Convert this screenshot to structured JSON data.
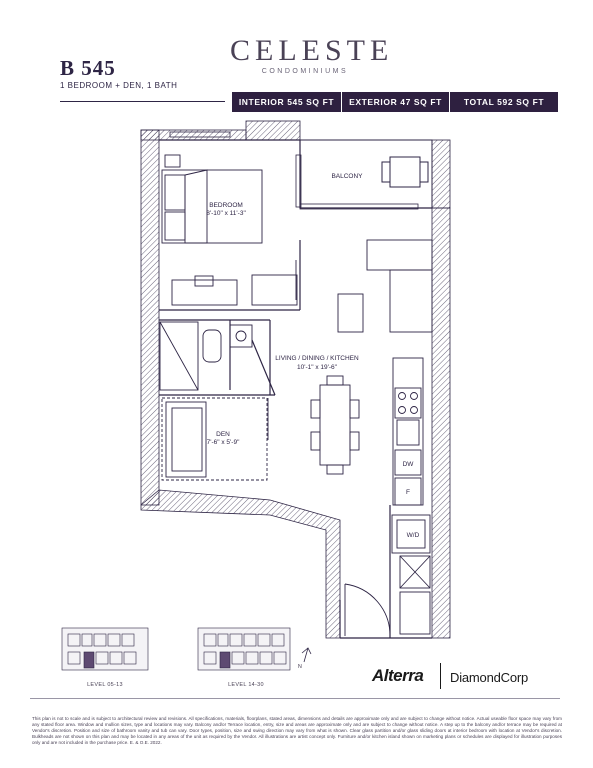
{
  "header": {
    "unit_code": "B 545",
    "unit_description": "1 BEDROOM + DEN, 1 BATH",
    "brand_name": "CELESTE",
    "brand_subtitle": "CONDOMINIUMS"
  },
  "areas": [
    {
      "label": "INTERIOR 545 SQ FT"
    },
    {
      "label": "EXTERIOR 47 SQ FT"
    },
    {
      "label": "TOTAL 592 SQ FT"
    }
  ],
  "rooms": {
    "balcony": "BALCONY",
    "bedroom_name": "BEDROOM",
    "bedroom_size": "8'-10\" x 11'-3\"",
    "living_name": "LIVING / DINING / KITCHEN",
    "living_size": "10'-1\" x 19'-6\"",
    "den_name": "DEN",
    "den_size": "7'-6\" x 5'-9\"",
    "dishwasher": "DW",
    "fridge": "F",
    "washer_dryer": "W/D"
  },
  "key_plans": [
    {
      "label": "LEVEL 05-13"
    },
    {
      "label": "LEVEL 14-30"
    }
  ],
  "north_label": "N",
  "logos": {
    "alterra": "Alterra",
    "diamondcorp": "DiamondCorp"
  },
  "colors": {
    "brand_dark": "#2e2040",
    "wall_hatch": "#2e2545",
    "highlight_unit": "#5e4a72"
  },
  "disclaimer": "This plan is not to scale and is subject to architectural review and revisions. All specifications, materials, floorplans, stated areas, dimensions and details are approximate only and are subject to change without notice. Actual useable floor space may vary from any stated floor area. Window and mullion sizes, type and locations may vary. Balcony and/or Terrace location, entry, size and areas are approximate only and are subject to change without notice. A step up to the balcony and/or terrace may be required at Vendor's discretion. Position and size of bathroom vanity and tub can vary. Door types, position, size and swing direction may vary from what is shown. Clear glass partition and/or glass sliding doors at interior bedroom with location at Vendor's discretion. Bulkheads are not shown on this plan and may be located in any areas of the unit as required by the Vendor. All illustrations are artist concept only. Furniture and/or kitchen island shown on marketing plans or schedules are displayed for illustration purposes only and are not included in the purchase price. E. & O.E. 2022."
}
